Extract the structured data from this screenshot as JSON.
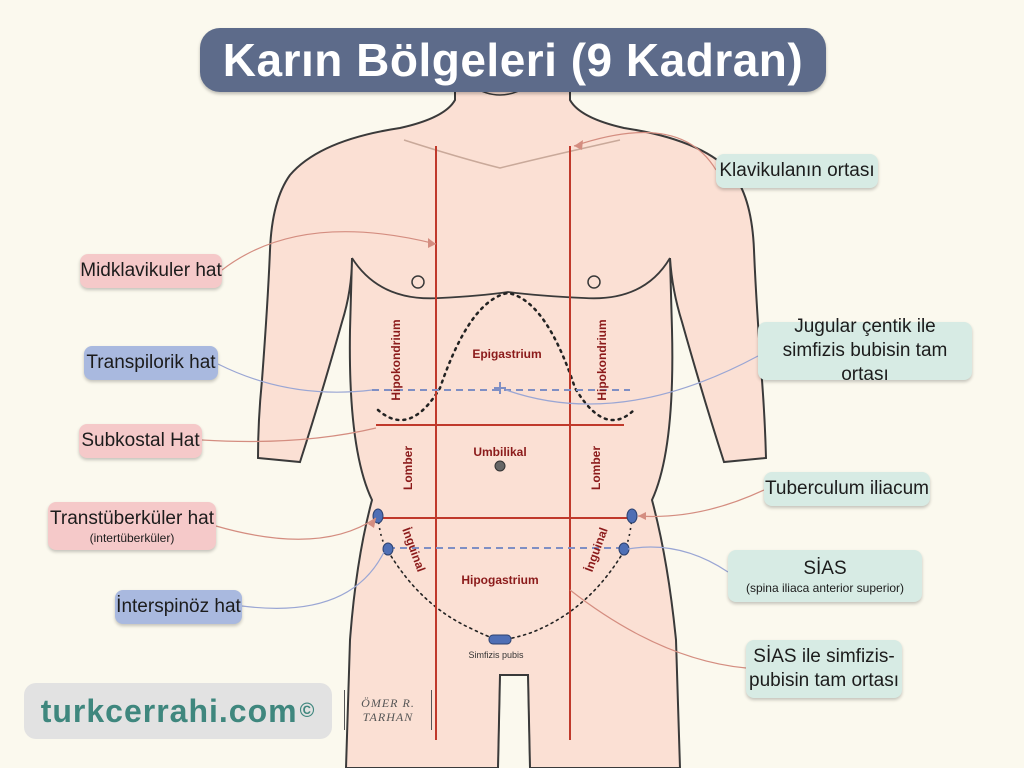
{
  "title": "Karın Bölgeleri (9 Kadran)",
  "regions": {
    "epigastrium": "Epigastrium",
    "hipokondrium_right": "Hipokondrium",
    "hipokondrium_left": "Hipokondrium",
    "umbilikal": "Umbilikal",
    "lomber_right": "Lomber",
    "lomber_left": "Lomber",
    "inguinal_right": "İnguinal",
    "inguinal_left": "İnguinal",
    "hipogastrium": "Hipogastrium",
    "simfizis": "Simfizis pubis"
  },
  "callouts": {
    "midklavikuler": "Midklavikuler hat",
    "transpilorik": "Transpilorik hat",
    "subkostal": "Subkostal Hat",
    "transtuberkuler": "Transtüberküler hat",
    "transtuberkuler_sub": "(intertüberküler)",
    "interspinoz": "İnterspinöz hat",
    "klavikula": "Klavikulanın ortası",
    "jugular_line1": "Jugular çentik ile",
    "jugular_line2": "simfizis bubisin tam ortası",
    "tuberculum": "Tuberculum iliacum",
    "sias": "SİAS",
    "sias_sub": "(spina iliaca anterior superior)",
    "sias_simfizis_line1": "SİAS ile simfizis-",
    "sias_simfizis_line2": "pubisin tam ortası"
  },
  "watermark": {
    "text": "turkcerrahi.com",
    "symbol": "©"
  },
  "signature": {
    "line1": "ÖMER R.",
    "line2": "TARHAN"
  },
  "colors": {
    "title_bg": "#5d6b8a",
    "grid_red": "#c0392b",
    "dash_blue": "#7f8fc4",
    "skin": "#fbe0d4",
    "callout_pink": "#f5c9c9",
    "callout_blue": "#a9b9df",
    "callout_mint": "#d7ebe4",
    "watermark_text": "#3f877e"
  }
}
